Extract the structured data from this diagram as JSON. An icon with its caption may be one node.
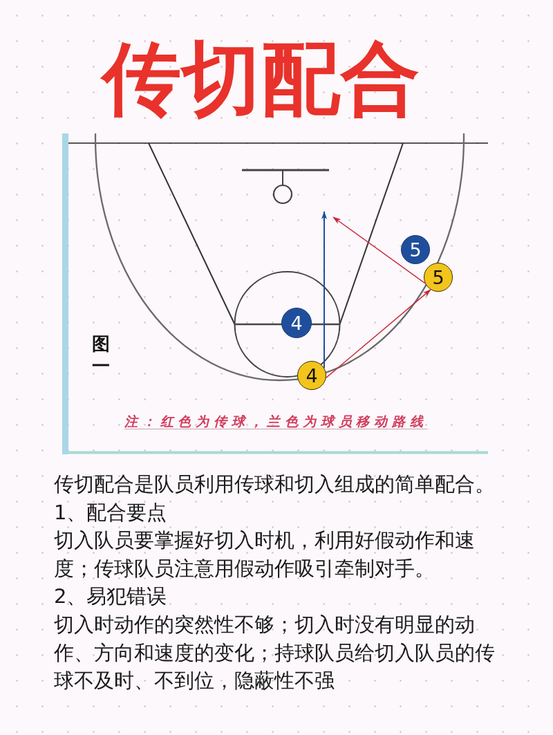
{
  "diagram": {
    "title": "传切配合",
    "nodes": [
      {
        "text": [
          "5"
        ]
      },
      {
        "text": [
          "5"
        ]
      },
      {
        "text": [
          "4"
        ]
      },
      {
        "text": [
          "4"
        ]
      }
    ],
    "edges": [
      {
        "from": 3,
        "to": null,
        "arrow": "to",
        "color": "#1f4e9a"
      },
      {
        "from": 3,
        "to": 1,
        "arrow": "to"
      },
      {
        "from": 1,
        "to": null,
        "arrow": "to"
      }
    ],
    "labels": [
      "图一",
      "注：红色为传球，兰色为球员移动路线",
      "传切配合是队员利用传球和切入组成的简单配合。",
      "1、配合要点",
      "切入队员要掌握好切入时机，利用好假动作和速度；传球队员注意用假动作吸引牵制对手。",
      "2、易犯错误",
      "切入时动作的突然性不够；切入时没有明显的动作、方向和速度的变化；持球队员给切入队员的传球不及时、不到位，隐蔽性不强"
    ]
  }
}
